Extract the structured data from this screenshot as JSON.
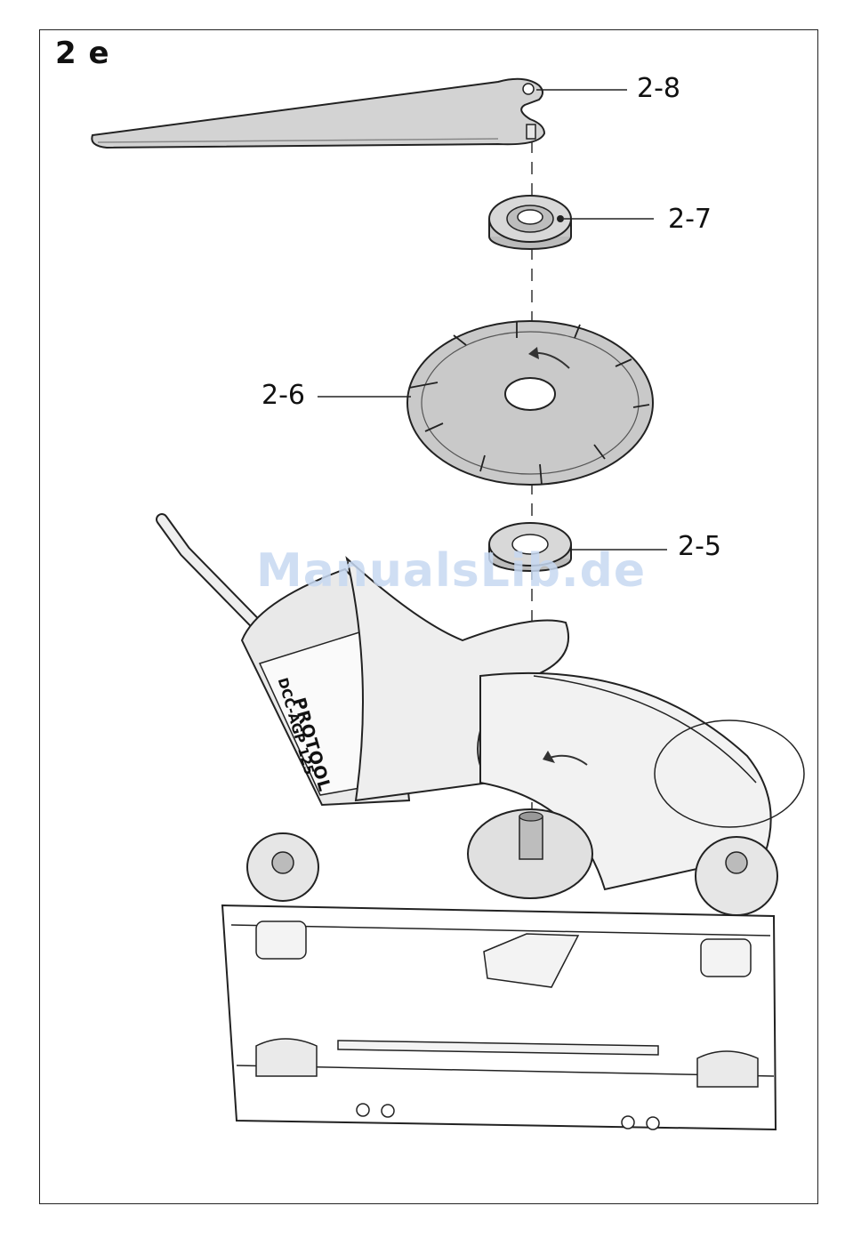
{
  "figure_label": "2 e",
  "callouts": {
    "wrench": "2-8",
    "outer_flange": "2-7",
    "diamond_blade": "2-6",
    "inner_flange": "2-5"
  },
  "machine": {
    "brand": "PROTOOL",
    "model": "DCC-AGP 125"
  },
  "watermark": "ManualsLib.de"
}
